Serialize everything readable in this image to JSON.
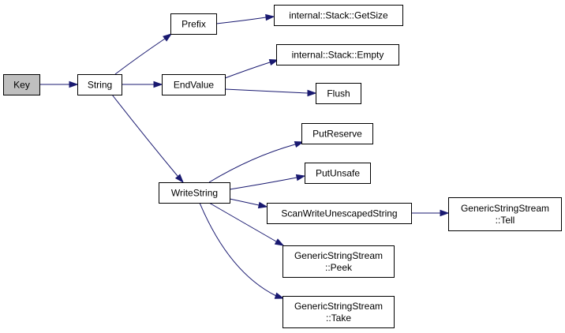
{
  "colors": {
    "edge": "#191970",
    "root_fill": "#bfbfbf",
    "node_fill": "#ffffff",
    "border": "#000000"
  },
  "nodes": [
    {
      "id": "key",
      "lines": [
        "Key"
      ],
      "root": true
    },
    {
      "id": "string",
      "lines": [
        "String"
      ]
    },
    {
      "id": "prefix",
      "lines": [
        "Prefix"
      ]
    },
    {
      "id": "getsize",
      "lines": [
        "internal::Stack::GetSize"
      ]
    },
    {
      "id": "endvalue",
      "lines": [
        "EndValue"
      ]
    },
    {
      "id": "empty",
      "lines": [
        "internal::Stack::Empty"
      ]
    },
    {
      "id": "flush",
      "lines": [
        "Flush"
      ]
    },
    {
      "id": "writestring",
      "lines": [
        "WriteString"
      ]
    },
    {
      "id": "putreserve",
      "lines": [
        "PutReserve"
      ]
    },
    {
      "id": "putunsafe",
      "lines": [
        "PutUnsafe"
      ]
    },
    {
      "id": "scanwrite",
      "lines": [
        "ScanWriteUnescapedString"
      ]
    },
    {
      "id": "tell",
      "lines": [
        "GenericStringStream",
        "::Tell"
      ]
    },
    {
      "id": "peek",
      "lines": [
        "GenericStringStream",
        "::Peek"
      ]
    },
    {
      "id": "take",
      "lines": [
        "GenericStringStream",
        "::Take"
      ]
    }
  ],
  "edges": [
    {
      "from": "key",
      "to": "string"
    },
    {
      "from": "string",
      "to": "prefix"
    },
    {
      "from": "string",
      "to": "endvalue"
    },
    {
      "from": "string",
      "to": "writestring"
    },
    {
      "from": "prefix",
      "to": "getsize"
    },
    {
      "from": "endvalue",
      "to": "empty"
    },
    {
      "from": "endvalue",
      "to": "flush"
    },
    {
      "from": "writestring",
      "to": "putreserve"
    },
    {
      "from": "writestring",
      "to": "putunsafe"
    },
    {
      "from": "writestring",
      "to": "scanwrite"
    },
    {
      "from": "writestring",
      "to": "peek"
    },
    {
      "from": "writestring",
      "to": "take"
    },
    {
      "from": "scanwrite",
      "to": "tell"
    }
  ]
}
